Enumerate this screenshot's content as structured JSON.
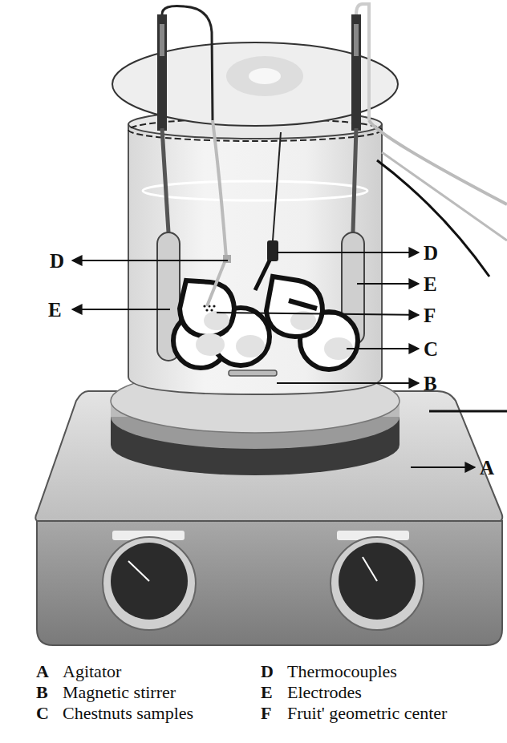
{
  "diagram": {
    "labels": [
      "D",
      "D",
      "E",
      "E",
      "F",
      "C",
      "B",
      "A",
      "A",
      "Agitator",
      "D",
      "Thermocouples",
      "B",
      "Magnetic stirrer",
      "E",
      "Electrodes",
      "C",
      "Chestnuts samples",
      "F",
      "Fruit' geometric center"
    ]
  }
}
